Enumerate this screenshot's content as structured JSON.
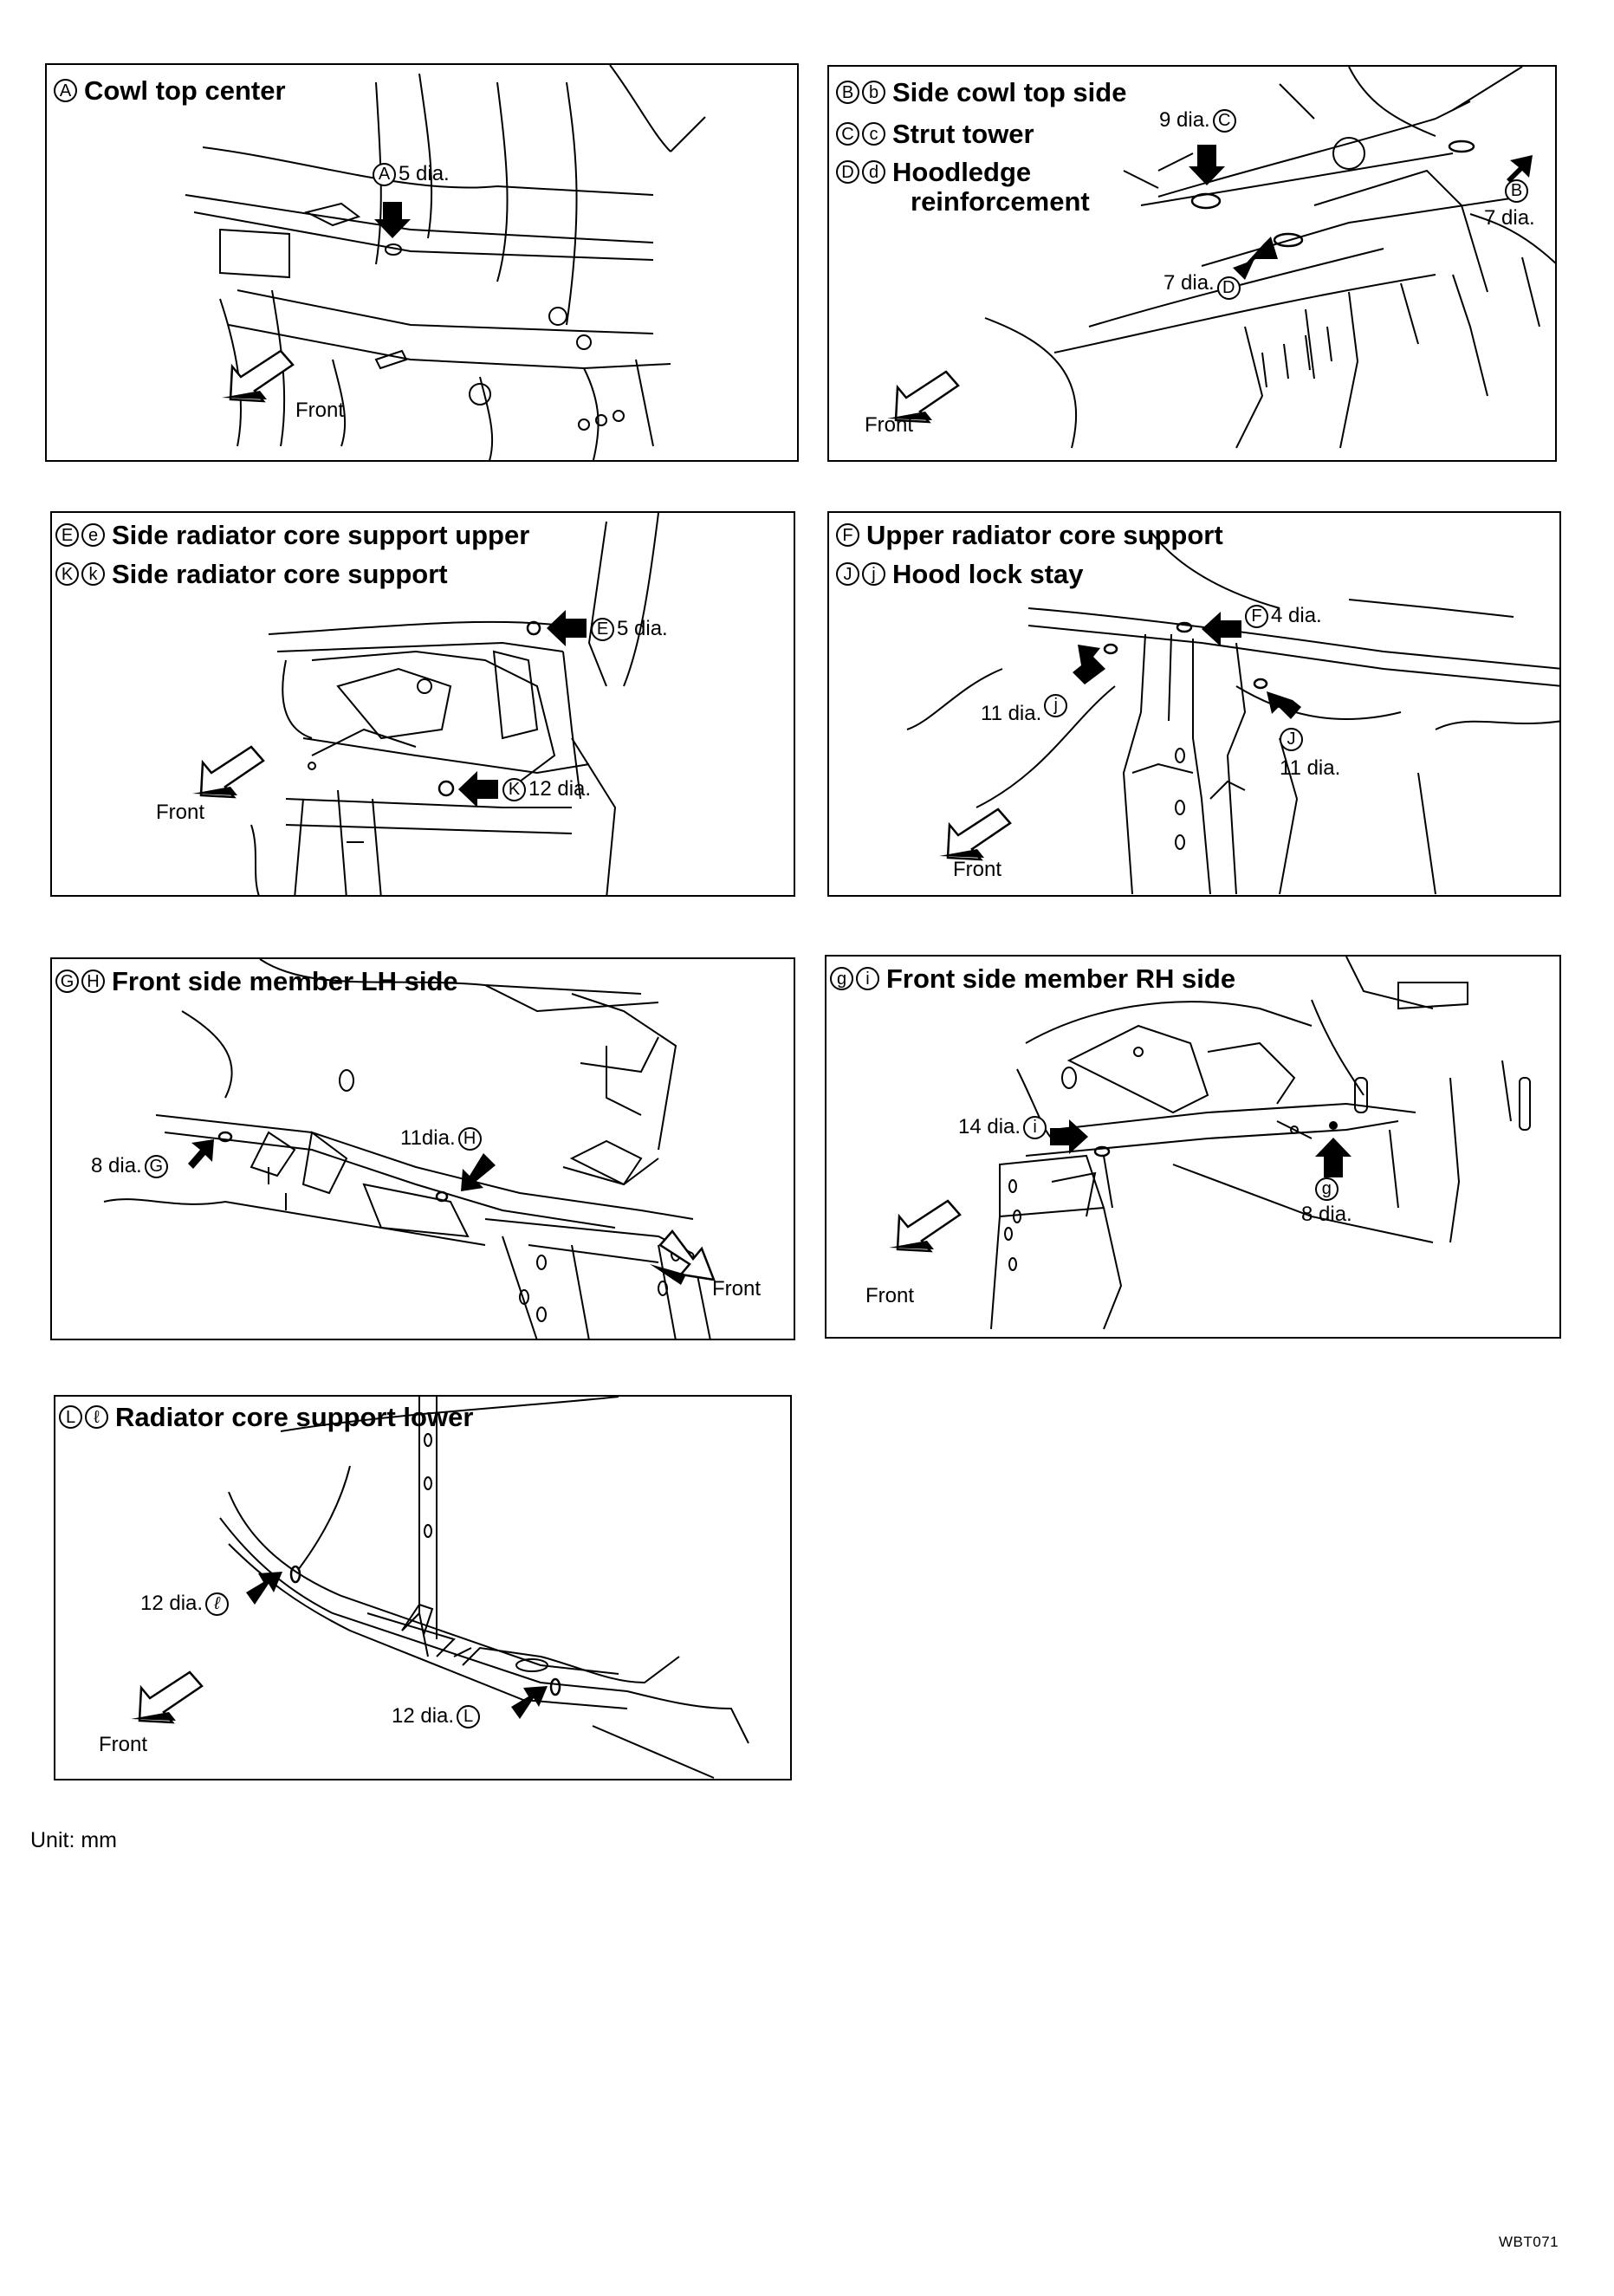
{
  "panels": {
    "a": {
      "ids": [
        "A"
      ],
      "title": "Cowl top center",
      "front": "Front",
      "callout": {
        "id": "A",
        "size": "5 dia."
      }
    },
    "b": {
      "rows": [
        {
          "ids": [
            "B",
            "b"
          ],
          "title": "Side cowl top side"
        },
        {
          "ids": [
            "C",
            "c"
          ],
          "title": "Strut tower"
        },
        {
          "ids": [
            "D",
            "d"
          ],
          "title": "Hoodledge"
        },
        {
          "ids": [],
          "title": "reinforcement"
        }
      ],
      "front": "Front",
      "callouts": [
        {
          "id": "C",
          "size": "9 dia."
        },
        {
          "id": "B",
          "size": "7 dia."
        },
        {
          "id": "D",
          "size": "7 dia."
        }
      ]
    },
    "e": {
      "rows": [
        {
          "ids": [
            "E",
            "e"
          ],
          "title": "Side radiator core support upper"
        },
        {
          "ids": [
            "K",
            "k"
          ],
          "title": "Side radiator core support"
        }
      ],
      "front": "Front",
      "callouts": [
        {
          "id": "E",
          "size": "5 dia."
        },
        {
          "id": "K",
          "size": "12 dia."
        }
      ]
    },
    "f": {
      "rows": [
        {
          "ids": [
            "F"
          ],
          "title": "Upper radiator core support"
        },
        {
          "ids": [
            "J",
            "j"
          ],
          "title": "Hood lock stay"
        }
      ],
      "front": "Front",
      "callouts": [
        {
          "id": "F",
          "size": "4 dia."
        },
        {
          "id": "j",
          "size": "11 dia."
        },
        {
          "id": "J",
          "size": "11 dia."
        }
      ]
    },
    "g": {
      "ids": [
        "G",
        "H"
      ],
      "title": "Front side member LH side",
      "front": "Front",
      "callouts": [
        {
          "id": "H",
          "size": "11dia."
        },
        {
          "id": "G",
          "size": "8 dia."
        }
      ]
    },
    "gi": {
      "ids": [
        "g",
        "i"
      ],
      "title": "Front side member RH side",
      "front": "Front",
      "callouts": [
        {
          "id": "i",
          "size": "14 dia."
        },
        {
          "id": "g",
          "size": "8 dia."
        }
      ]
    },
    "l": {
      "ids": [
        "L",
        "ℓ"
      ],
      "title": "Radiator core support lower",
      "front": "Front",
      "callouts": [
        {
          "id": "ℓ",
          "size": "12 dia."
        },
        {
          "id": "L",
          "size": "12 dia."
        }
      ]
    }
  },
  "footer": {
    "unit": "Unit: mm",
    "code": "WBT071"
  }
}
